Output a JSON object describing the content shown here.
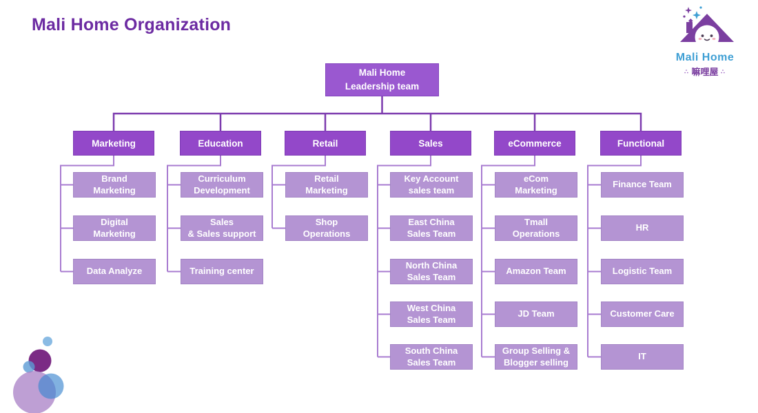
{
  "title": "Mali Home Organization",
  "logo": {
    "name": "Mali Home",
    "cn": "嘛哩屋",
    "dots": "∴"
  },
  "colors": {
    "accent": "#6C2BA2",
    "dept_fill": "#9348C9",
    "child_fill": "#B494D3",
    "connector_top": "#7C3AAE",
    "connector_branch": "#A87BD0",
    "logo_blue": "#3E9FD4",
    "logo_purple": "#7B3FA0"
  },
  "org": {
    "root": {
      "label": "Mali Home\nLeadership team"
    },
    "departments": [
      {
        "label": "Marketing",
        "children": [
          "Brand\nMarketing",
          "Digital\nMarketing",
          "Data Analyze"
        ]
      },
      {
        "label": "Education",
        "children": [
          "Curriculum\nDevelopment",
          "Sales\n& Sales support",
          "Training center"
        ]
      },
      {
        "label": "Retail",
        "children": [
          "Retail\nMarketing",
          "Shop\nOperations"
        ]
      },
      {
        "label": "Sales",
        "children": [
          "Key Account\nsales team",
          "East China\nSales Team",
          "North China\nSales Team",
          "West China\nSales Team",
          "South China\nSales Team"
        ]
      },
      {
        "label": "eCommerce",
        "children": [
          "eCom\nMarketing",
          "Tmall\nOperations",
          "Amazon Team",
          "JD Team",
          "Group Selling &\nBlogger selling"
        ]
      },
      {
        "label": "Functional",
        "children": [
          "Finance Team",
          "HR",
          "Logistic Team",
          "Customer Care",
          "IT"
        ]
      }
    ]
  }
}
